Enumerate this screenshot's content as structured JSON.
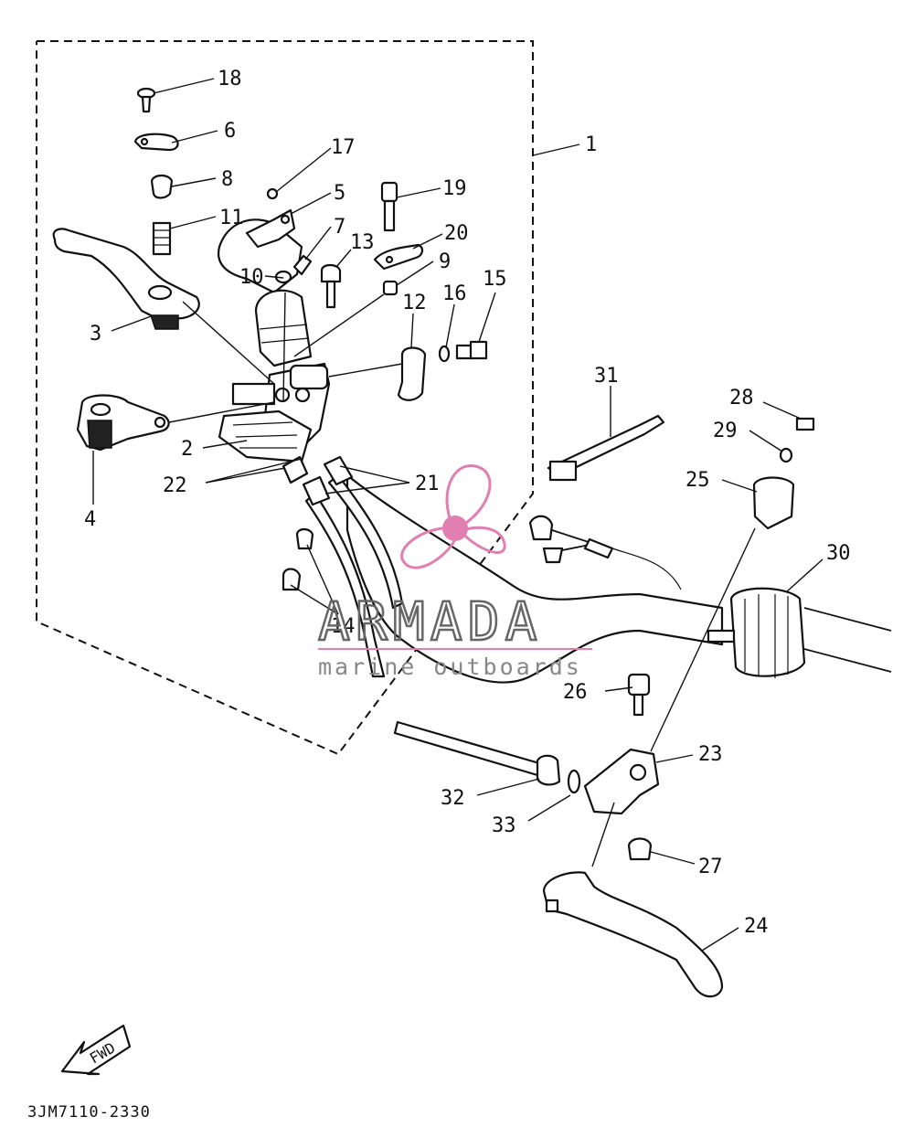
{
  "callouts": [
    "1",
    "2",
    "3",
    "4",
    "5",
    "6",
    "7",
    "8",
    "9",
    "10",
    "11",
    "12",
    "13",
    "14",
    "15",
    "16",
    "17",
    "18",
    "19",
    "20",
    "21",
    "22",
    "23",
    "24",
    "25",
    "26",
    "27",
    "28",
    "29",
    "30",
    "31",
    "32",
    "33"
  ],
  "drawing_code": "3JM7110-2330",
  "fwd_label": "FWD",
  "watermark": {
    "brand": "ARMADA",
    "tagline": "marine outboards",
    "color": "#e07fb0"
  }
}
